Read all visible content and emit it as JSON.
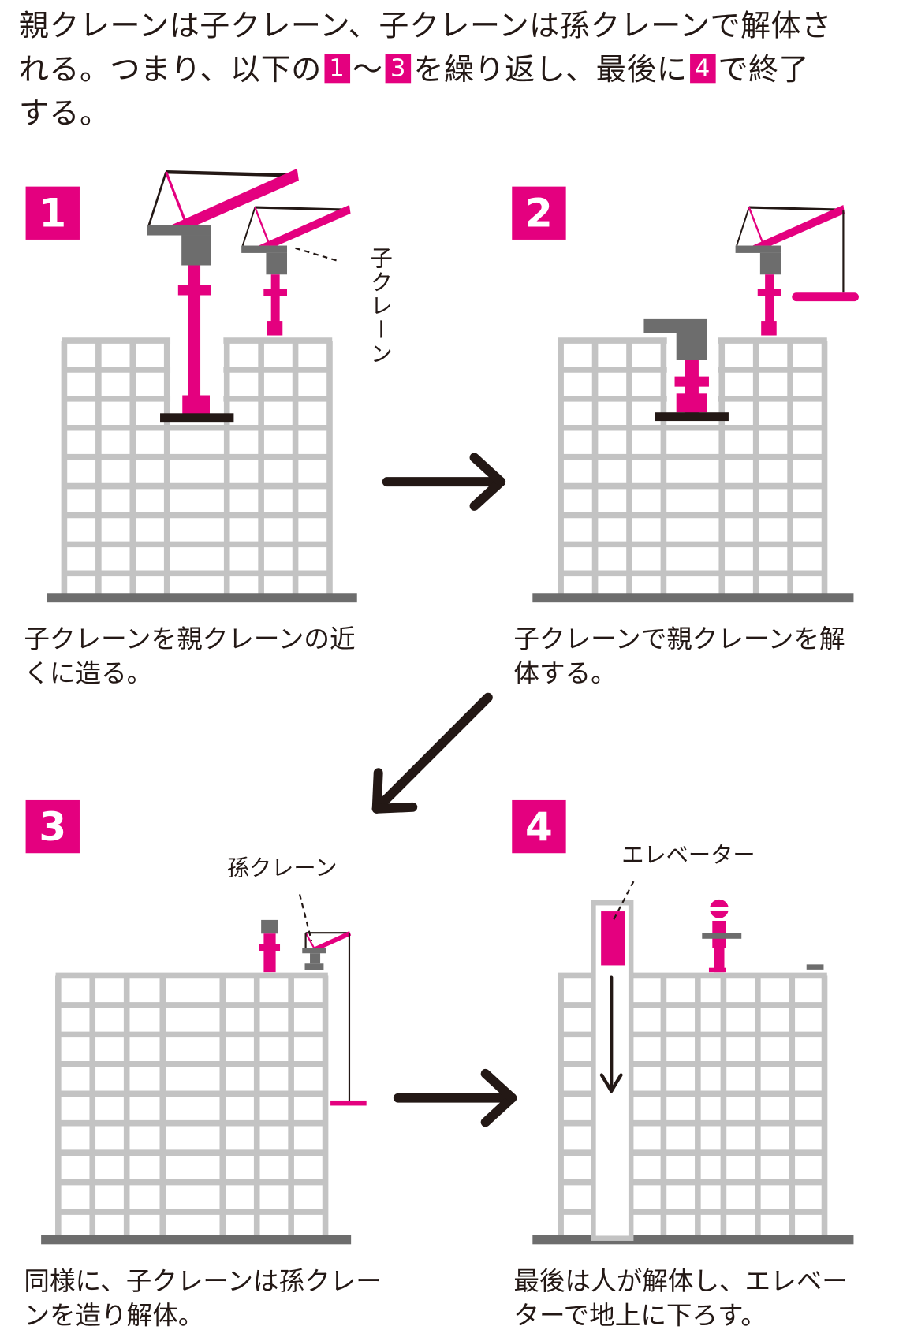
{
  "header": {
    "line1": "親クレーンは子クレーン、子クレーンは孫クレーンで解体さ",
    "line2_a": "れる。つまり、以下の",
    "badge_a": "1",
    "line2_b": "〜",
    "badge_b": "3",
    "line2_c": "を繰り返し、最後に",
    "badge_c": "4",
    "line2_d": "で終了",
    "line3": "する。"
  },
  "steps": [
    {
      "number": "1",
      "caption_line1": "子クレーンを親クレーンの近",
      "caption_line2": "くに造る。",
      "label": "子クレーン"
    },
    {
      "number": "2",
      "caption_line1": "子クレーンで親クレーンを解",
      "caption_line2": "体する。"
    },
    {
      "number": "3",
      "caption_line1": "同様に、子クレーンは孫クレー",
      "caption_line2": "ンを造り解体。",
      "label": "孫クレーン"
    },
    {
      "number": "4",
      "caption_line1": "最後は人が解体し、エレベー",
      "caption_line2": "ターで地上に下ろす。",
      "label": "エレベーター"
    }
  ],
  "colors": {
    "accent": "#e4007f",
    "building": "#c3c3c3",
    "steel": "#6d6d6d",
    "ink": "#231815"
  }
}
